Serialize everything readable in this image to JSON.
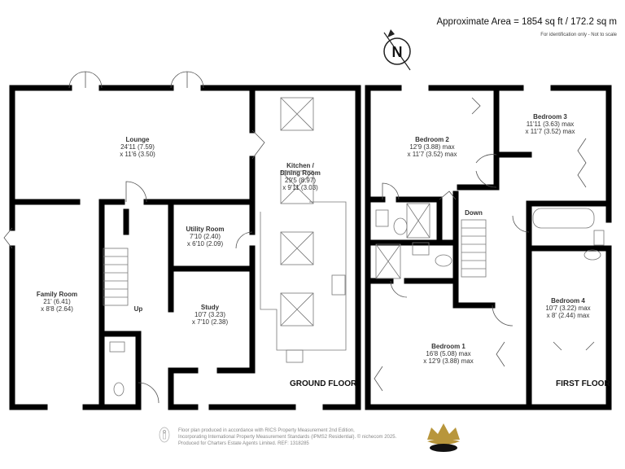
{
  "header": {
    "area": "Approximate Area = 1854 sq ft / 172.2 sq m",
    "note": "For identification only - Not to scale",
    "compass": "N"
  },
  "ground_floor": {
    "label": "GROUND FLOOR",
    "rooms": [
      {
        "name": "Lounge",
        "dim1": "24'11 (7.59)",
        "dim2": "x 11'6 (3.50)"
      },
      {
        "name": "Kitchen /",
        "name2": "Dining Room",
        "dim1": "29'5 (8.97)",
        "dim2": "x 9'11 (3.03)"
      },
      {
        "name": "Utility Room",
        "dim1": "7'10 (2.40)",
        "dim2": "x 6'10 (2.09)"
      },
      {
        "name": "Family Room",
        "dim1": "21' (6.41)",
        "dim2": "x 8'8 (2.64)"
      },
      {
        "name": "Study",
        "dim1": "10'7 (3.23)",
        "dim2": "x 7'10 (2.38)"
      }
    ],
    "stairs": "Up"
  },
  "first_floor": {
    "label": "FIRST FLOOR",
    "rooms": [
      {
        "name": "Bedroom 2",
        "dim1": "12'9 (3.88) max",
        "dim2": "x 11'7 (3.52) max"
      },
      {
        "name": "Bedroom 3",
        "dim1": "11'11 (3.63) max",
        "dim2": "x 11'7 (3.52) max"
      },
      {
        "name": "Bedroom 4",
        "dim1": "10'7 (3.22) max",
        "dim2": "x 8' (2.44) max"
      },
      {
        "name": "Bedroom 1",
        "dim1": "16'8 (5.08) max",
        "dim2": "x 12'9 (3.88) max"
      }
    ],
    "stairs": "Down"
  },
  "footer": {
    "line1": "Floor plan produced in accordance with RICS Property Measurement 2nd Edition,",
    "line2": "Incorporating International Property Measurement Standards (IPMS2 Residential).  © nichecom 2025.",
    "line3": "Produced for Charters Estate Agents Limited.   REF: 1318285"
  }
}
